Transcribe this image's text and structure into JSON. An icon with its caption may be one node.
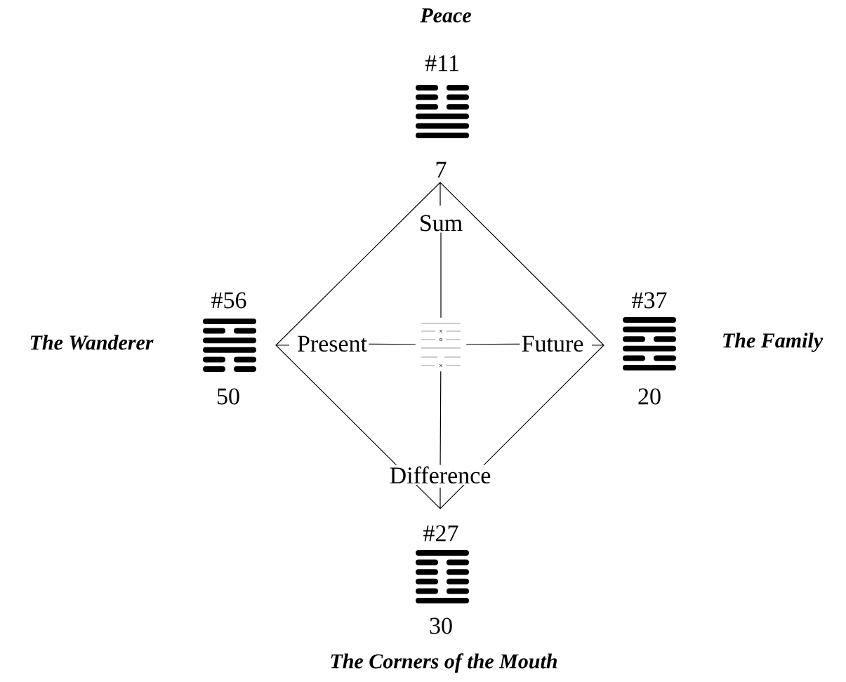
{
  "diagram": {
    "nodes": [
      {
        "text": [
          "Peace",
          "#11",
          "7"
        ]
      },
      {
        "text": [
          "The Wanderer",
          "#56",
          "50"
        ]
      },
      {
        "text": [
          "The Family",
          "#37",
          "20"
        ]
      },
      {
        "text": [
          "#27",
          "30",
          "The Corners of the Mouth"
        ]
      },
      {
        "text": [
          "Sum"
        ]
      },
      {
        "text": [
          "Present"
        ]
      },
      {
        "text": [
          "Future"
        ]
      },
      {
        "text": [
          "Difference"
        ]
      },
      {
        "text": [],
        "shape": "picture"
      }
    ],
    "edges": [
      {
        "from": 4,
        "to": 8,
        "arrow": "none"
      },
      {
        "from": 5,
        "to": 8,
        "arrow": "none"
      },
      {
        "from": 8,
        "to": 6,
        "arrow": "none"
      },
      {
        "from": 8,
        "to": 7,
        "arrow": "none"
      }
    ],
    "labels": [
      "x",
      "o",
      "x"
    ]
  }
}
